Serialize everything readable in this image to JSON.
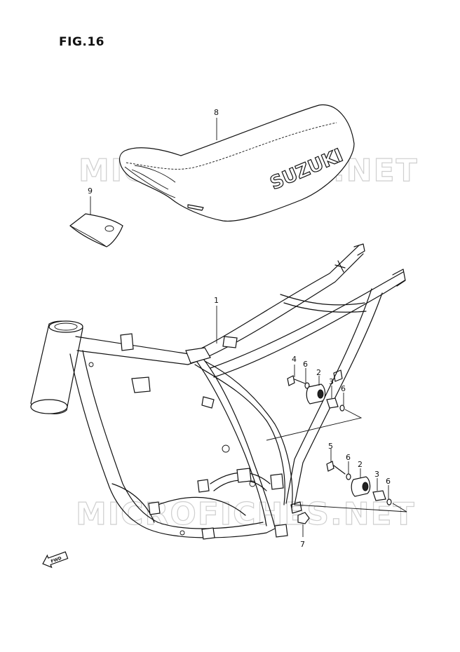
{
  "figure": {
    "title": "FIG.16",
    "watermark_top": "MICROFICHES.NET",
    "watermark_bottom": "MICROFICHES.NET"
  },
  "seat": {
    "brand_text": "SUZUKI"
  },
  "fwd_label": "FWD",
  "callouts": [
    {
      "id": "c8",
      "label": "8"
    },
    {
      "id": "c9",
      "label": "9"
    },
    {
      "id": "c1",
      "label": "1"
    },
    {
      "id": "c4",
      "label": "4"
    },
    {
      "id": "c6a",
      "label": "6"
    },
    {
      "id": "c2a",
      "label": "2"
    },
    {
      "id": "c3a",
      "label": "3"
    },
    {
      "id": "c6b",
      "label": "6"
    },
    {
      "id": "c5",
      "label": "5"
    },
    {
      "id": "c6c",
      "label": "6"
    },
    {
      "id": "c2b",
      "label": "2"
    },
    {
      "id": "c3b",
      "label": "3"
    },
    {
      "id": "c6d",
      "label": "6"
    },
    {
      "id": "c7",
      "label": "7"
    }
  ]
}
